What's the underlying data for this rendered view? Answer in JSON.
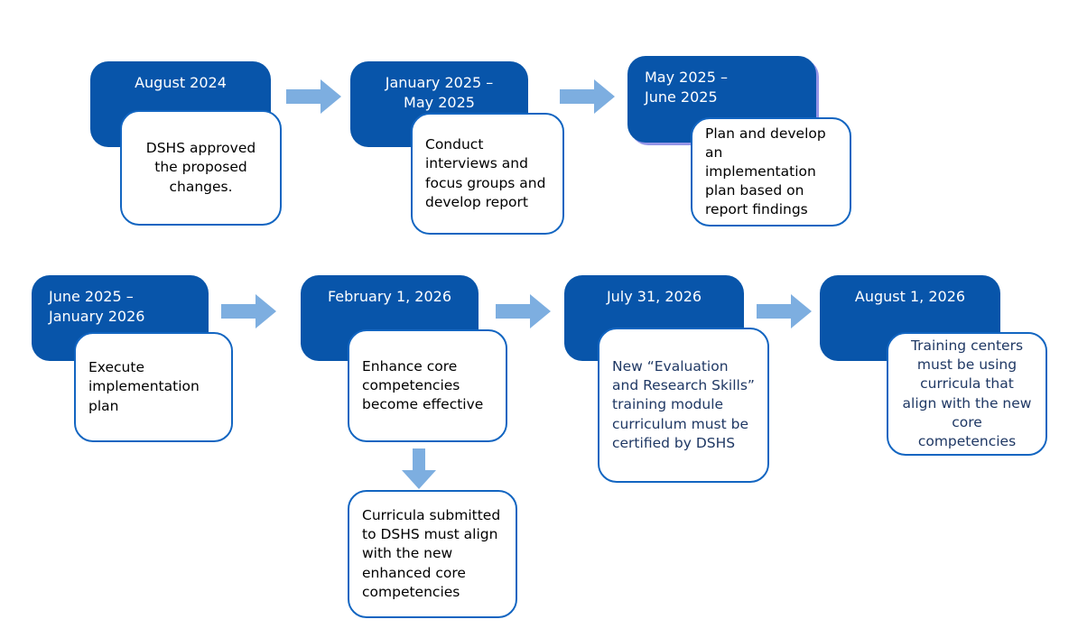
{
  "palette": {
    "header_blue": "#0855AA",
    "box_border_blue": "#1265C1",
    "arrow_blue": "#7DAEE0",
    "accent_purple": "#9595E8",
    "text_dark": "#000000",
    "text_navy": "#1F3864"
  },
  "steps": [
    {
      "date": "August 2024",
      "detail": "DSHS approved the proposed changes."
    },
    {
      "date": "January 2025 –\nMay 2025",
      "detail": "Conduct interviews and focus groups and develop report"
    },
    {
      "date": "May 2025 –\nJune 2025",
      "detail": "Plan and develop an implementation plan based on report findings"
    },
    {
      "date": "June 2025 –\nJanuary 2026",
      "detail": "Execute implementation plan"
    },
    {
      "date": "February 1, 2026",
      "detail": "Enhance core competencies become effective",
      "branch_detail": "Curricula submitted to DSHS must align with the new enhanced core competencies"
    },
    {
      "date": "July 31, 2026",
      "detail": "New “Evaluation and Research Skills” training module curriculum must be certified by DSHS"
    },
    {
      "date": "August 1, 2026",
      "detail": "Training centers must be using curricula that align with the new core competencies"
    }
  ]
}
